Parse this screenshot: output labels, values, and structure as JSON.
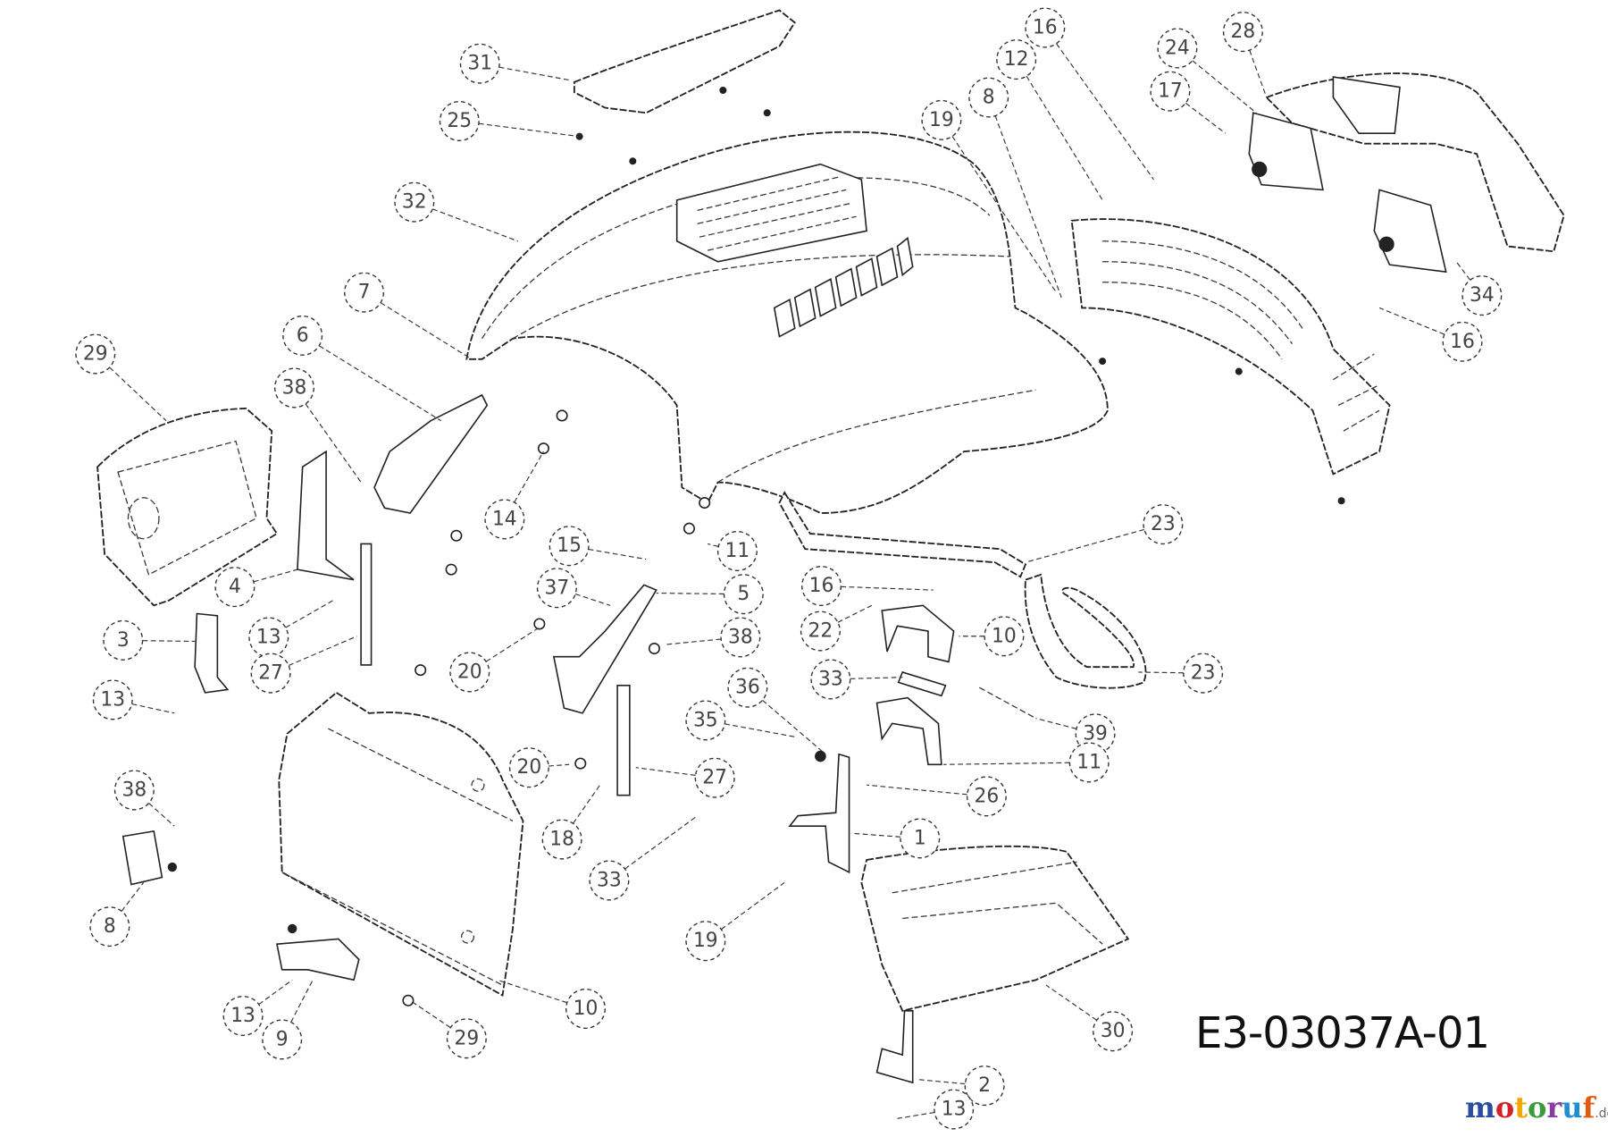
{
  "diagram": {
    "type": "exploded parts diagram",
    "callouts": [
      "31",
      "25",
      "32",
      "7",
      "6",
      "38",
      "29",
      "14",
      "15",
      "11",
      "4",
      "37",
      "5",
      "38",
      "3",
      "13",
      "27",
      "20",
      "13",
      "36",
      "35",
      "20",
      "27",
      "38",
      "18",
      "33",
      "8",
      "19",
      "10",
      "13",
      "9",
      "29",
      "1",
      "30",
      "2",
      "13",
      "16",
      "22",
      "10",
      "33",
      "23",
      "39",
      "11",
      "26",
      "23",
      "16",
      "12",
      "8",
      "19",
      "24",
      "28",
      "17",
      "34",
      "16"
    ],
    "drawing_code": "E3-03037A-01"
  },
  "watermark": {
    "text": "motoruf",
    "suffix": ".de",
    "letter_colors": [
      "#2a4fa0",
      "#d2232a",
      "#f0a500",
      "#3a9b3a",
      "#8a3aa0",
      "#1f8fd0",
      "#e05a10"
    ]
  }
}
